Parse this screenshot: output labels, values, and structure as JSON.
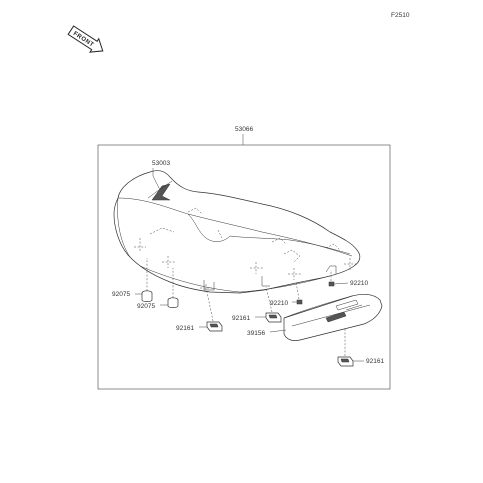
{
  "figure_code": "F2510",
  "front_label": "FRONT",
  "assembly": {
    "part_no": "53066"
  },
  "parts": {
    "seat": "53003",
    "bolt_left_upper": "92075",
    "bolt_left_lower": "92075",
    "damper_left": "92161",
    "damper_center": "92161",
    "damper_right": "92161",
    "collar_center": "92210",
    "collar_right": "92210",
    "bracket": "39156"
  }
}
